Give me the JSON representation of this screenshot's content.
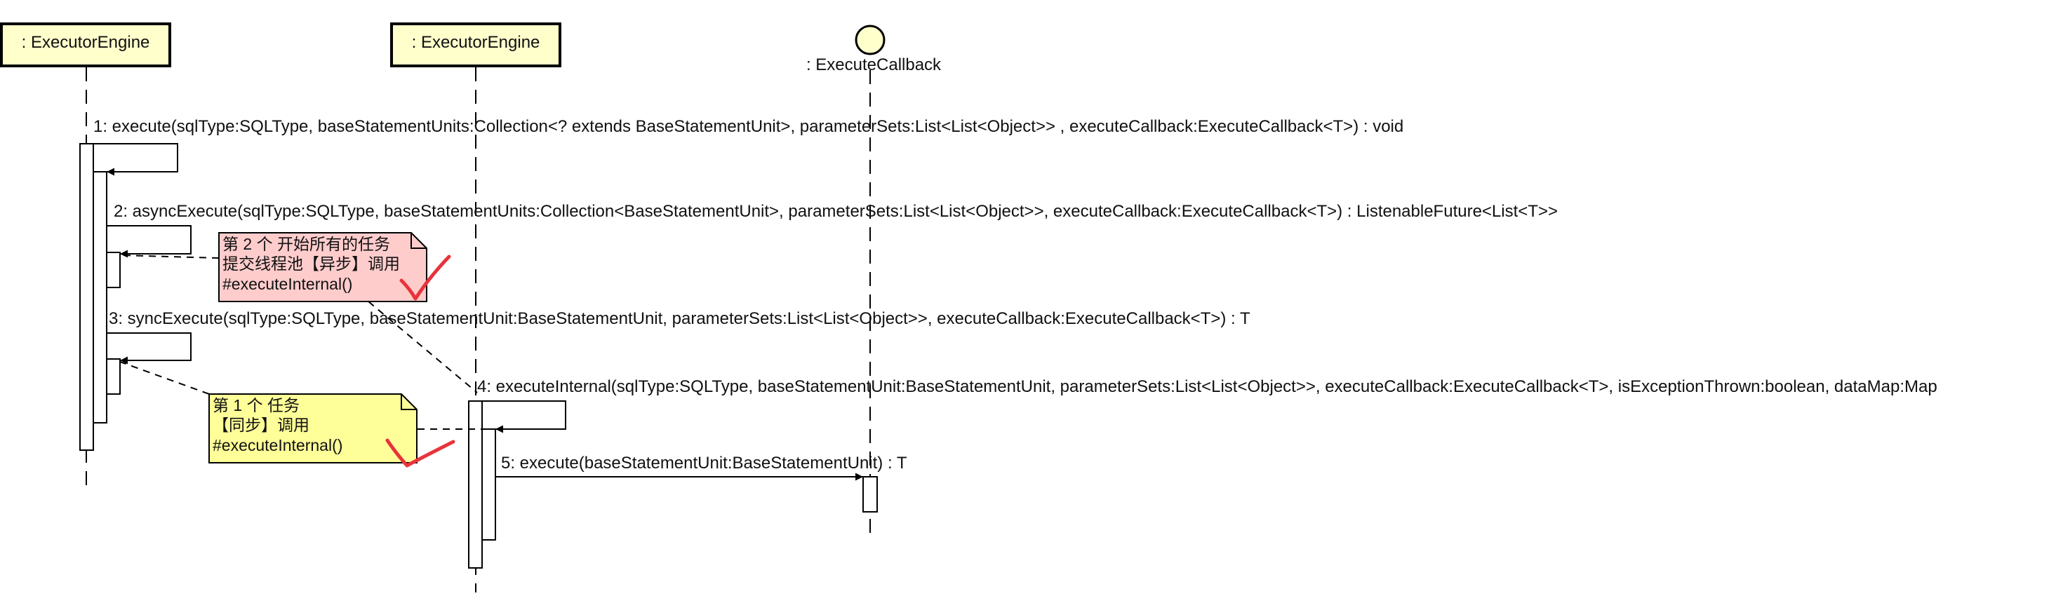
{
  "lifelines": [
    {
      "id": "engine1",
      "title": ": ExecutorEngine",
      "kind": "box"
    },
    {
      "id": "engine2",
      "title": ": ExecutorEngine",
      "kind": "box"
    },
    {
      "id": "callback",
      "title": ": ExecuteCallback",
      "kind": "circle"
    }
  ],
  "messages": [
    {
      "id": "m1",
      "label": "1: execute(sqlType:SQLType, baseStatementUnits:Collection<? extends BaseStatementUnit>, parameterSets:List<List<Object>> , executeCallback:ExecuteCallback<T>) : void"
    },
    {
      "id": "m2",
      "label": "2: asyncExecute(sqlType:SQLType, baseStatementUnits:Collection<BaseStatementUnit>, parameterSets:List<List<Object>>, executeCallback:ExecuteCallback<T>) : ListenableFuture<List<T>>"
    },
    {
      "id": "m3",
      "label": "3: syncExecute(sqlType:SQLType, baseStatementUnit:BaseStatementUnit, parameterSets:List<List<Object>>, executeCallback:ExecuteCallback<T>) : T"
    },
    {
      "id": "m4",
      "label": "4: executeInternal(sqlType:SQLType, baseStatementUnit:BaseStatementUnit, parameterSets:List<List<Object>>, executeCallback:ExecuteCallback<T>, isExceptionThrown:boolean, dataMap:Map"
    },
    {
      "id": "m5",
      "label": "5: execute(baseStatementUnit:BaseStatementUnit) : T"
    }
  ],
  "notes": [
    {
      "id": "note-async",
      "color": "#ffcccc",
      "lines": [
        "第 2 个 开始所有的任务",
        "提交线程池【异步】调用",
        "#executeInternal()"
      ]
    },
    {
      "id": "note-sync",
      "color": "#ffff99",
      "lines": [
        "第 1 个 任务",
        "【同步】调用",
        "#executeInternal()"
      ]
    }
  ],
  "colors": {
    "lifeline_fill": "#ffffcc",
    "annotation_mark": "#e8333b"
  }
}
